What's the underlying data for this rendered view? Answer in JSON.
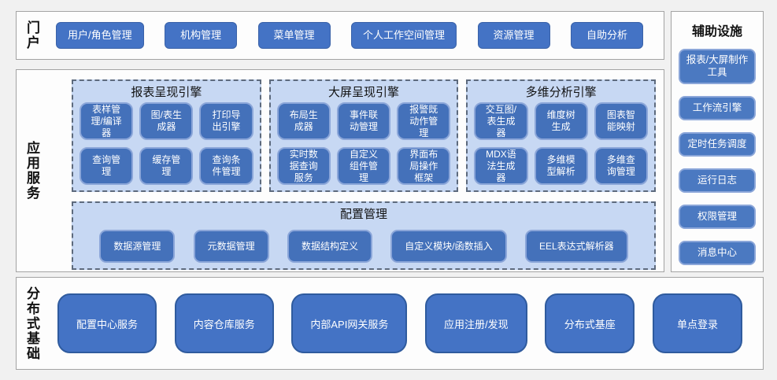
{
  "colors": {
    "page_bg": "#f1f1f1",
    "panel_bg": "#fdfdfd",
    "panel_border": "#a3a3a3",
    "primary_blue": "#4473c5",
    "node_blue": "#4471ba",
    "node_border_light": "#8ba6d9",
    "group_light_blue": "#c7d8f3",
    "group_dashed_border": "#5d6a7d",
    "text_dark": "#111111",
    "text_light": "#ffffff"
  },
  "portal": {
    "label": "门户",
    "items": [
      "用户/角色管理",
      "机构管理",
      "菜单管理",
      "个人工作空间管理",
      "资源管理",
      "自助分析"
    ]
  },
  "app_services": {
    "label": "应用服务",
    "engines": [
      {
        "title": "报表呈现引擎",
        "items": [
          "表样管理/编译器",
          "图/表生成器",
          "打印导出引擎",
          "查询管理",
          "缓存管理",
          "查询条件管理"
        ]
      },
      {
        "title": "大屏呈现引擎",
        "items": [
          "布局生成器",
          "事件联动管理",
          "报警既动作管理",
          "实时数据查询服务",
          "自定义组件管理",
          "界面布局操作框架"
        ]
      },
      {
        "title": "多维分析引擎",
        "items": [
          "交互图/表生成器",
          "维度树生成",
          "图表智能映射",
          "MDX语法生成器",
          "多维模型解析",
          "多维查询管理"
        ]
      }
    ],
    "config": {
      "title": "配置管理",
      "items": [
        "数据源管理",
        "元数据管理",
        "数据结构定义",
        "自定义模块/函数插入",
        "EEL表达式解析器"
      ]
    }
  },
  "auxiliary": {
    "title": "辅助设施",
    "items": [
      "报表/大屏制作工具",
      "工作流引擎",
      "定时任务调度",
      "运行日志",
      "权限管理",
      "消息中心"
    ]
  },
  "distributed": {
    "label": "分布式基础",
    "items": [
      "配置中心服务",
      "内容仓库服务",
      "内部API网关服务",
      "应用注册/发现",
      "分布式基座",
      "单点登录"
    ]
  }
}
